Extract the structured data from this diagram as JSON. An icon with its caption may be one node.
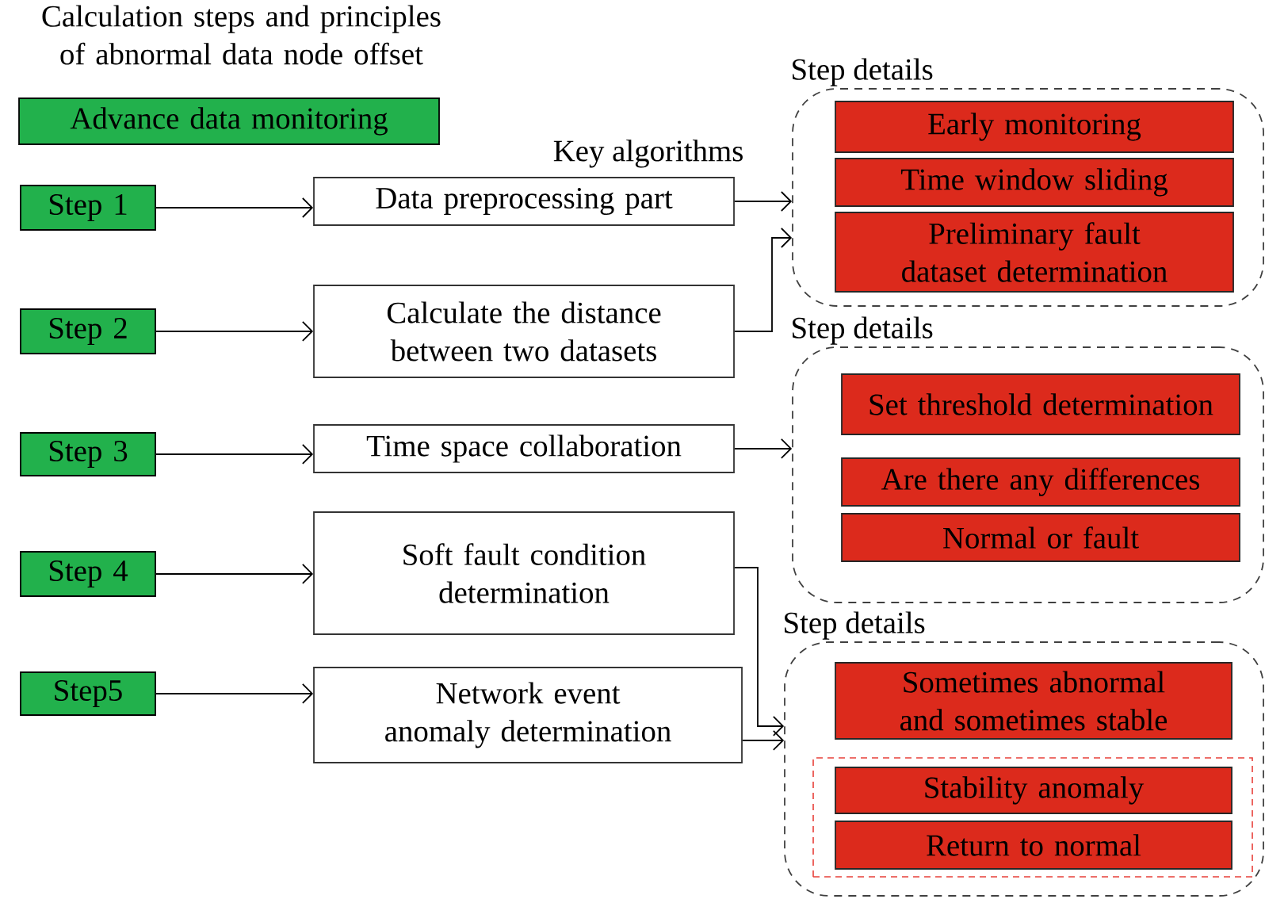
{
  "diagram": {
    "title": "Calculation steps and principles of abnormal data node offset",
    "nodes": [
      {
        "text": [
          "Advance data monitoring"
        ]
      },
      {
        "text": [
          "Step 1"
        ]
      },
      {
        "text": [
          "Step 2"
        ]
      },
      {
        "text": [
          "Step 3"
        ]
      },
      {
        "text": [
          "Step 4"
        ]
      },
      {
        "text": [
          "Step5"
        ]
      },
      {
        "text": [
          "Data preprocessing part"
        ]
      },
      {
        "text": [
          "Calculate the distance between two datasets"
        ]
      },
      {
        "text": [
          "Time space collaboration"
        ]
      },
      {
        "text": [
          "Soft fault condition determination"
        ]
      },
      {
        "text": [
          "Network event anomaly determination"
        ]
      },
      {
        "text": [
          "Step details"
        ]
      },
      {
        "text": [
          "Early monitoring"
        ],
        "in": 11
      },
      {
        "text": [
          "Time window sliding"
        ],
        "in": 11
      },
      {
        "text": [
          "Preliminary fault dataset determination"
        ],
        "in": 11
      },
      {
        "text": [
          "Step details"
        ]
      },
      {
        "text": [
          "Set threshold determination"
        ],
        "in": 15
      },
      {
        "text": [
          "Are there any differences"
        ],
        "in": 15
      },
      {
        "text": [
          "Normal or fault"
        ],
        "in": 15
      },
      {
        "text": [
          "Step details"
        ]
      },
      {
        "text": [
          "Sometimes abnormal and sometimes stable"
        ],
        "in": 19
      },
      {
        "text": [],
        "shape": "box",
        "in": 19
      },
      {
        "text": [
          "Stability anomaly"
        ],
        "in": 21
      },
      {
        "text": [
          "Return to normal"
        ],
        "in": 21
      }
    ],
    "edges": [
      {
        "from": 1,
        "to": 6,
        "arrow": "to"
      },
      {
        "from": 2,
        "to": 7,
        "arrow": "to"
      },
      {
        "from": 3,
        "to": 8,
        "arrow": "to"
      },
      {
        "from": 4,
        "to": 9,
        "arrow": "to"
      },
      {
        "from": 5,
        "to": 10,
        "arrow": "to"
      },
      {
        "from": 6,
        "to": 11,
        "arrow": "to"
      },
      {
        "from": 7,
        "to": 11,
        "arrow": "to"
      },
      {
        "from": 8,
        "to": 15,
        "arrow": "to"
      },
      {
        "from": 9,
        "to": 19,
        "arrow": "to"
      },
      {
        "from": 10,
        "to": 19,
        "arrow": "to"
      }
    ],
    "labels": [
      "Key algorithms"
    ]
  }
}
